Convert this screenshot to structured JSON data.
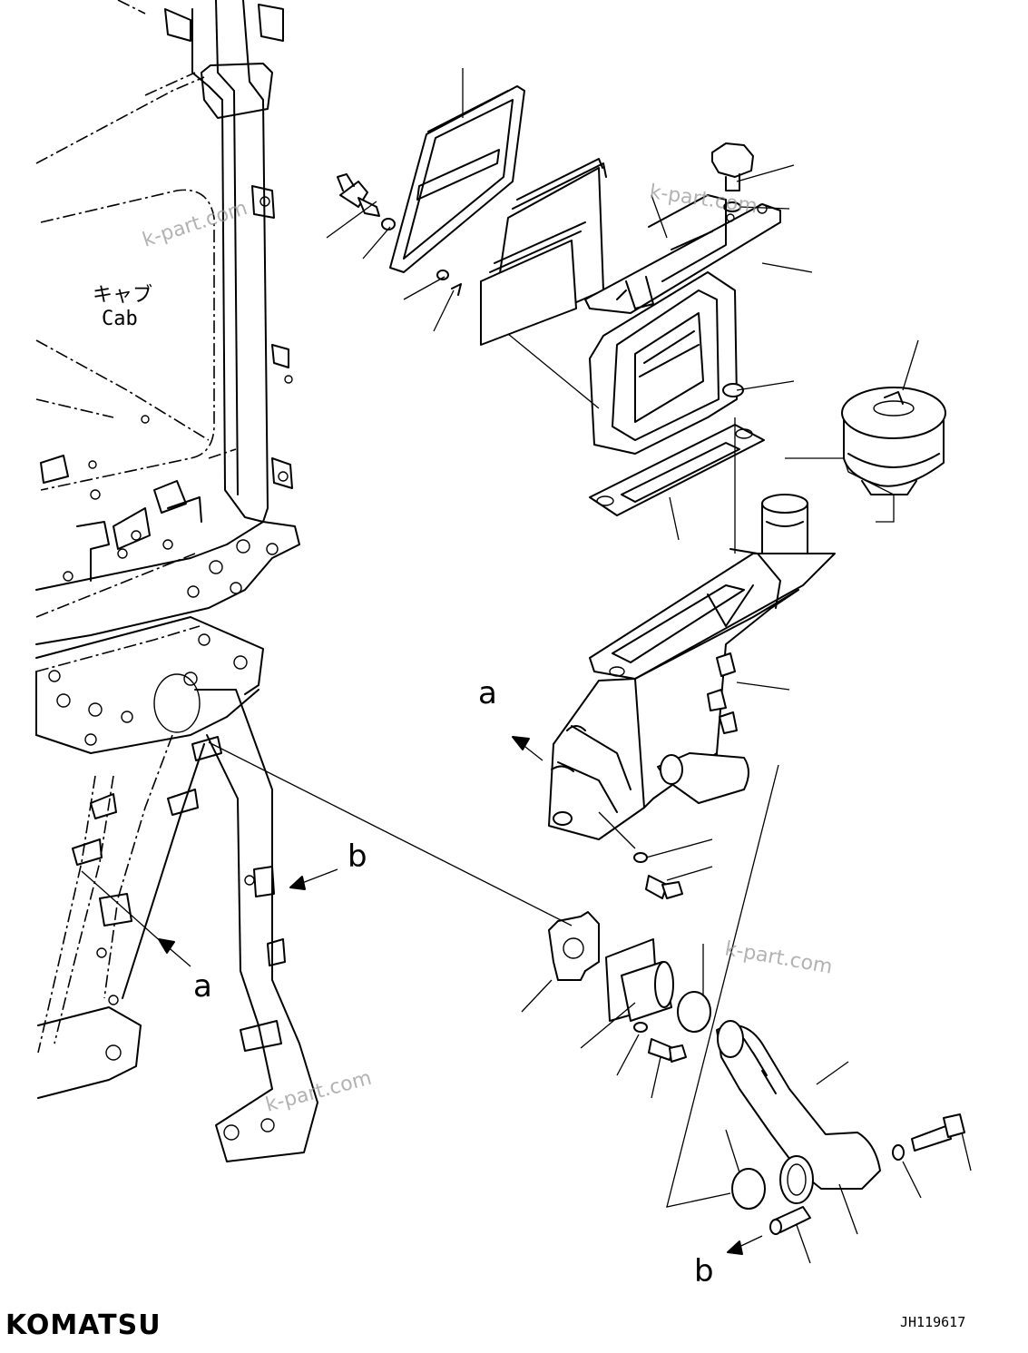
{
  "cab_label": {
    "japanese": "キャブ",
    "english": "Cab"
  },
  "view_refs": {
    "a_primary": "a",
    "b_primary": "b",
    "a_secondary": "a",
    "b_secondary": "b"
  },
  "watermarks": [
    "k-part.com",
    "k-part.com",
    "k-part.com",
    "k-part.com"
  ],
  "brand": "KOMATSU",
  "drawing_code": "JH119617"
}
